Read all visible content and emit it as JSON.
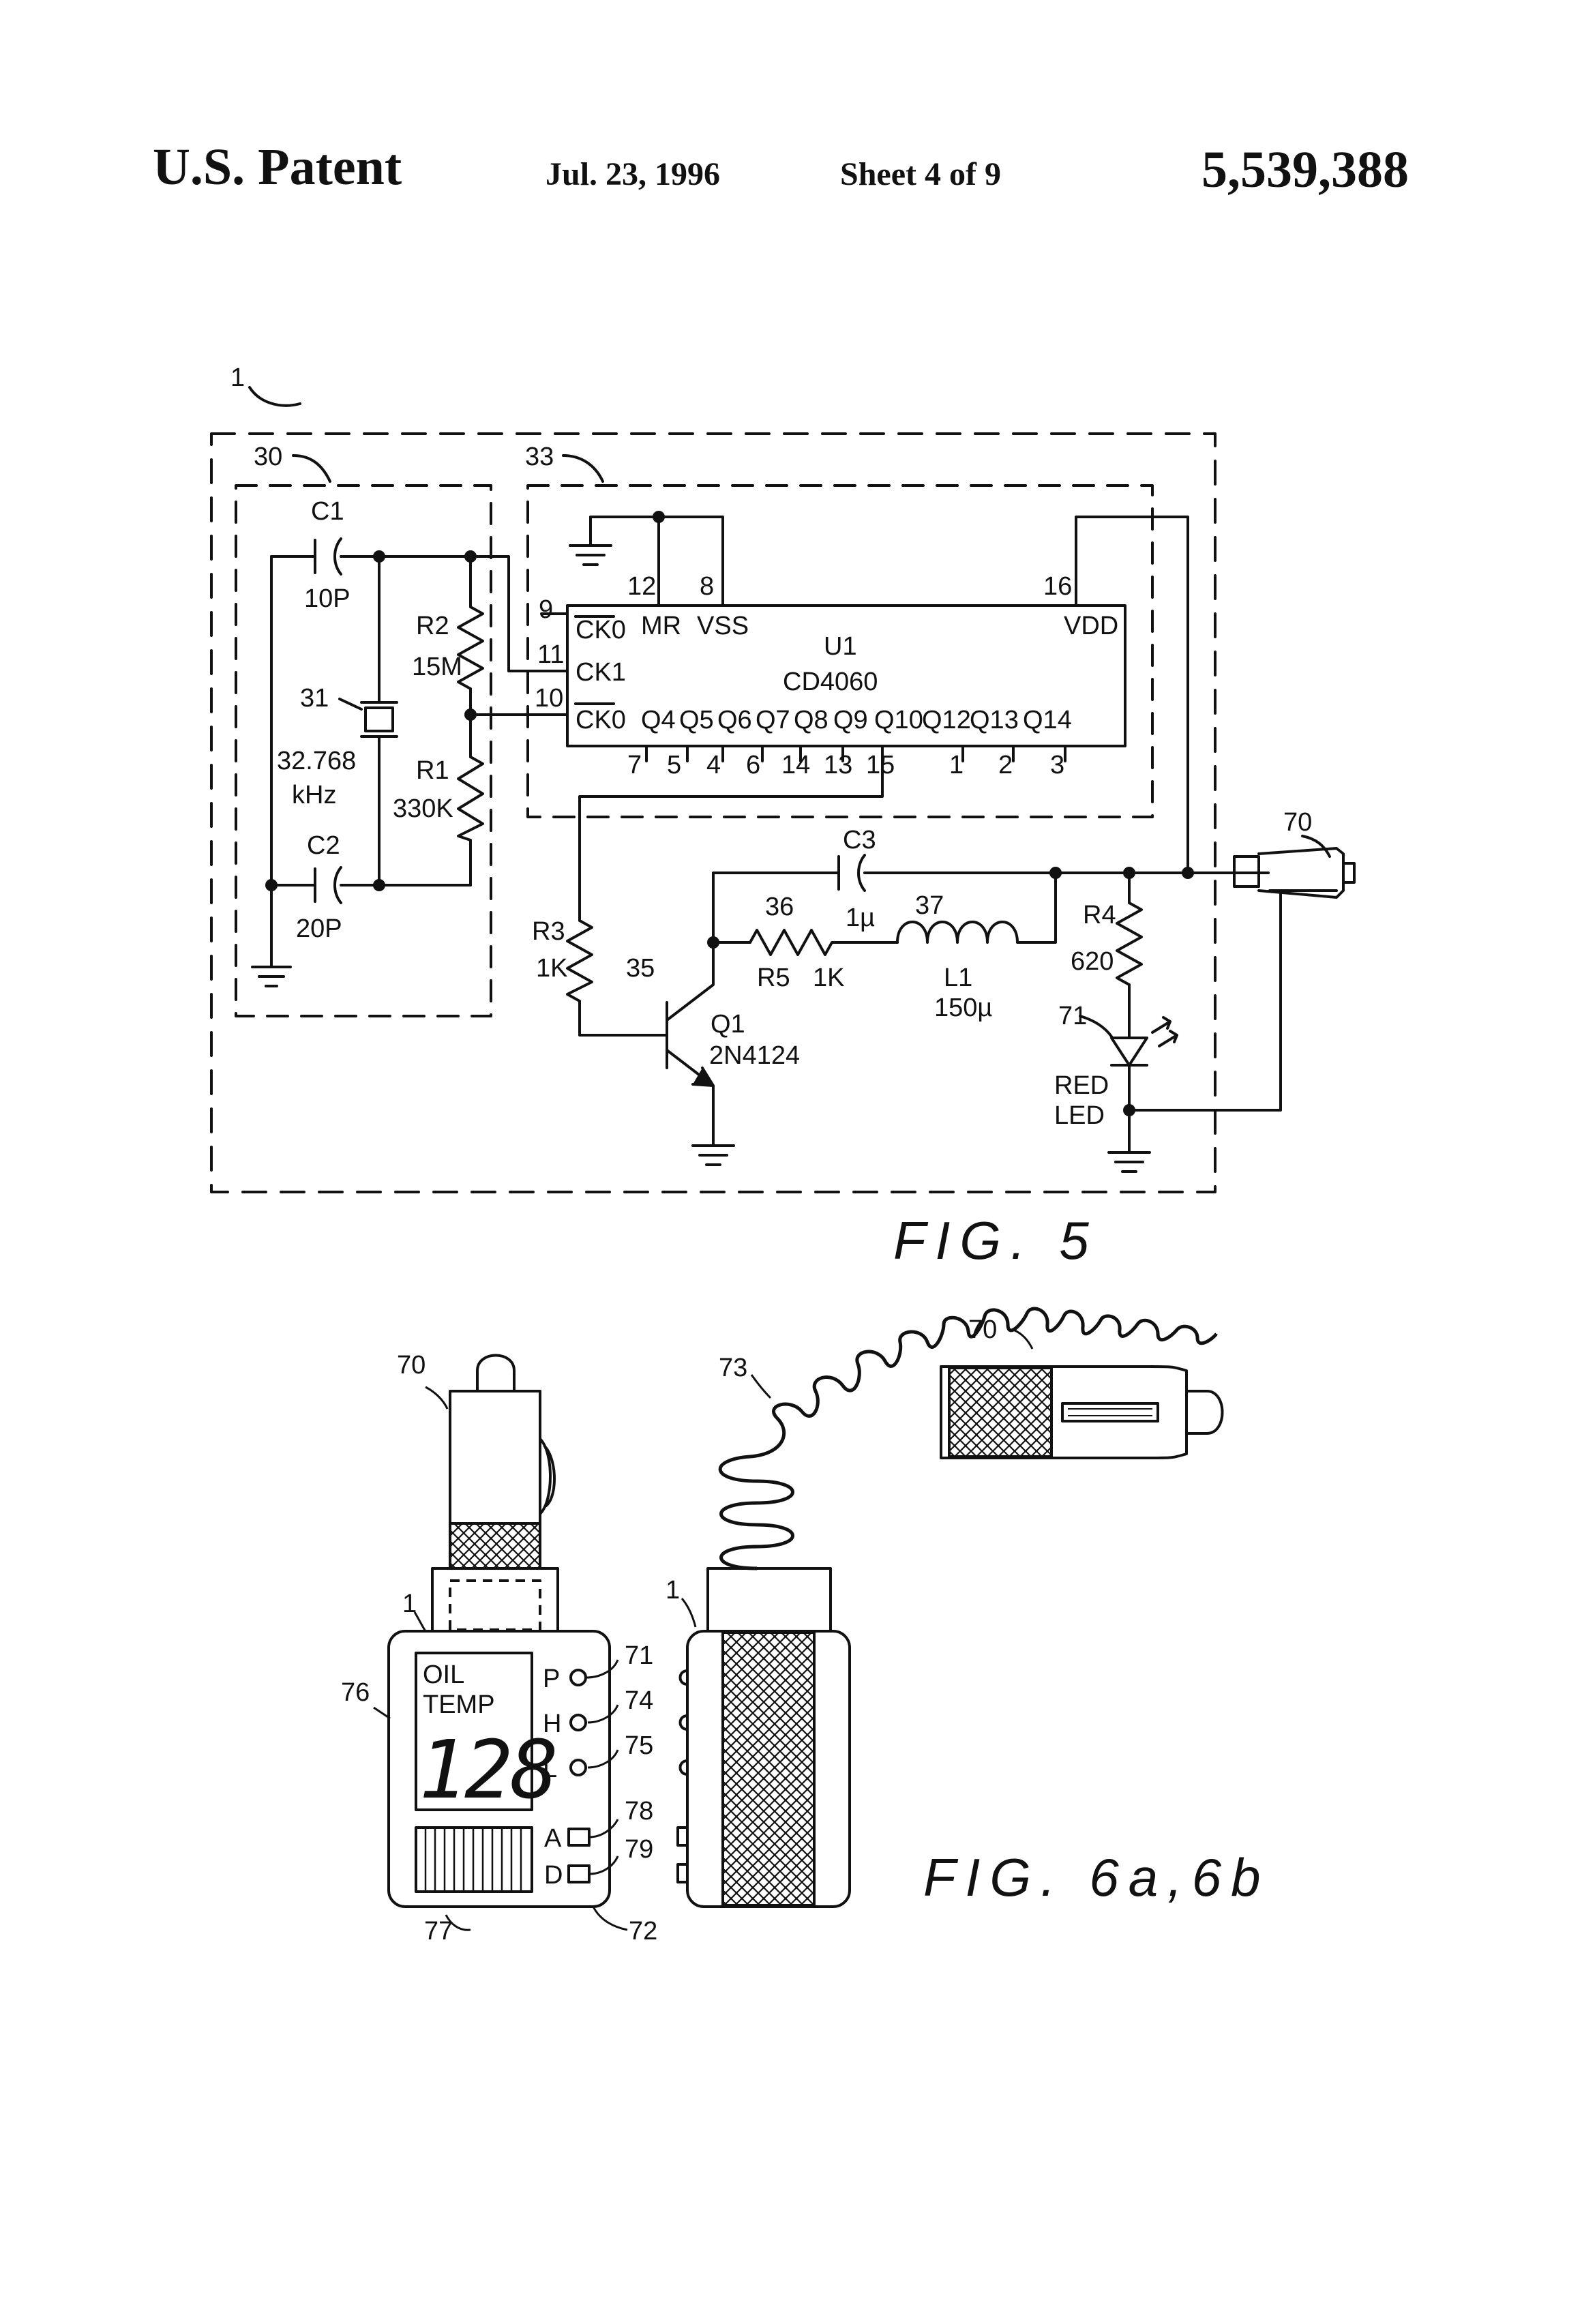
{
  "header": {
    "title": "U.S. Patent",
    "date": "Jul. 23, 1996",
    "sheet": "Sheet 4 of 9",
    "patent_number": "5,539,388"
  },
  "fig5": {
    "caption": "FIG. 5",
    "refs": {
      "device": "1",
      "oscillator": "30",
      "divider": "33",
      "crystal": "31",
      "transistor": "35",
      "resistor": "36",
      "inductor": "37",
      "plug": "70",
      "led": "71"
    },
    "c1": {
      "name": "C1",
      "value": "10P"
    },
    "c2": {
      "name": "C2",
      "value": "20P"
    },
    "c3": {
      "name": "C3",
      "value": "1µ"
    },
    "crystal": {
      "freq": "32.768",
      "unit": "kHz"
    },
    "r1": {
      "name": "R1",
      "value": "330K"
    },
    "r2": {
      "name": "R2",
      "value": "15M"
    },
    "r3": {
      "name": "R3",
      "value": "1K"
    },
    "r4": {
      "name": "R4",
      "value": "620"
    },
    "r5": {
      "name": "R5",
      "value": "1K"
    },
    "l1": {
      "name": "L1",
      "value": "150µ"
    },
    "q1": {
      "name": "Q1",
      "part": "2N4124"
    },
    "led": {
      "line1": "RED",
      "line2": "LED"
    },
    "ic": {
      "name": "U1",
      "part": "CD4060",
      "left_pins": [
        "9",
        "11",
        "10"
      ],
      "left_labels": [
        "CK0",
        "CK1",
        "CK0"
      ],
      "top_pins": [
        "12",
        "8",
        "16"
      ],
      "top_labels": [
        "MR",
        "VSS",
        "VDD"
      ],
      "outputs": [
        "Q4",
        "Q5",
        "Q6",
        "Q7",
        "Q8",
        "Q9",
        "Q10",
        "Q12",
        "Q13",
        "Q14"
      ],
      "bottom_pins": [
        "7",
        "5",
        "4",
        "6",
        "14",
        "13",
        "15",
        "1",
        "2",
        "3"
      ]
    }
  },
  "fig6": {
    "caption": "FIG. 6a,6b",
    "refs": {
      "device_a": "1",
      "device_b": "1",
      "plug_a": "70",
      "plug_b": "70",
      "cord": "73",
      "display": "76",
      "solar": "77",
      "led_p": "71",
      "led_h": "74",
      "led_l": "75",
      "btn_a": "78",
      "btn_d": "79",
      "housing": "72"
    },
    "display_line1": "OIL",
    "display_line2": "TEMP",
    "display_value": "128",
    "indicators": [
      "P",
      "H",
      "L"
    ],
    "buttons": [
      "A",
      "D"
    ]
  }
}
